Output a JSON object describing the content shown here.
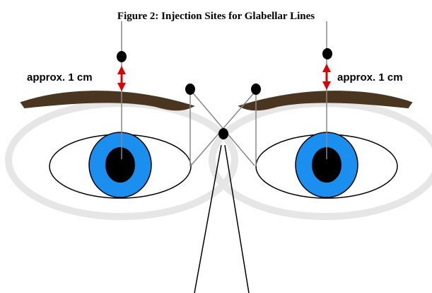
{
  "figure": {
    "title": "Figure 2: Injection Sites for Glabellar Lines",
    "distance_label_left": "approx. 1 cm",
    "distance_label_right": "approx. 1 cm"
  },
  "colors": {
    "brow": "#4a3620",
    "iris": "#1a8ff0",
    "pupil": "#000000",
    "orbit_ring": "#e6e6e6",
    "arrow": "#dd0000",
    "guide_line": "#888888"
  },
  "injection_site_count": 5
}
